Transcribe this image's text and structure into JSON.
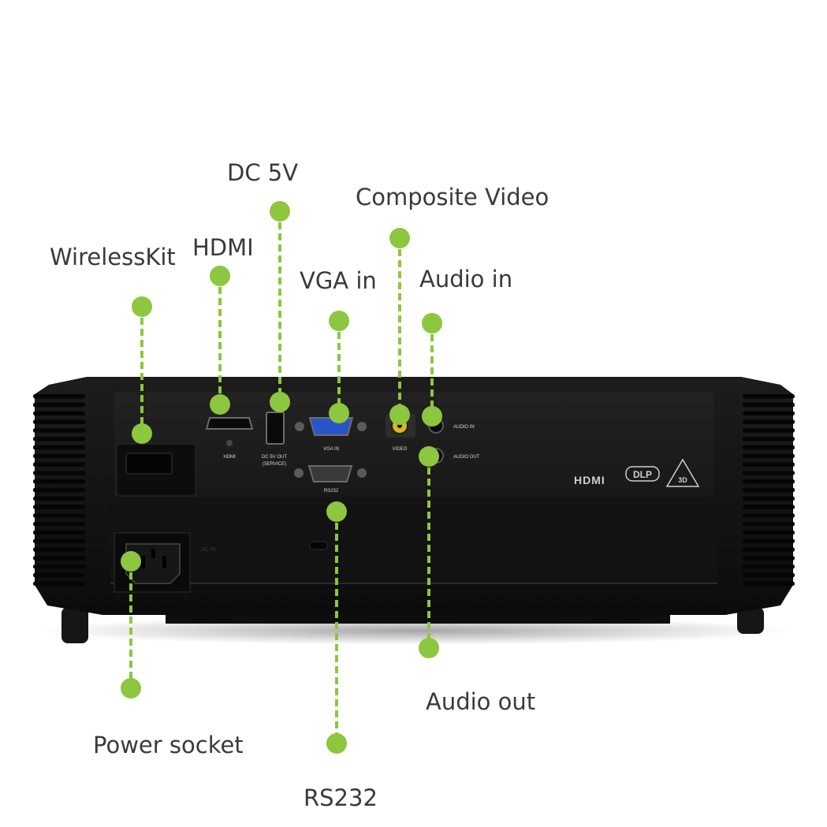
{
  "labels": {
    "wireless_kit": "WirelessKit",
    "hdmi": "HDMI",
    "dc_5v": "DC 5V",
    "vga_in": "VGA in",
    "composite_video": "Composite Video",
    "audio_in": "Audio in",
    "audio_out": "Audio out",
    "power_socket": "Power socket",
    "rs232": "RS232"
  },
  "panel_markings": {
    "hdmi": "HDMI",
    "dc_out": "DC 5V OUT",
    "dc_out_sub": "(SERVICE)",
    "vga_in": "VGA IN",
    "video": "VIDEO",
    "audio_in": "AUDIO IN",
    "audio_out": "AUDIO OUT",
    "rs232": "RS232",
    "power_rating": "AC IN"
  },
  "logos": {
    "hdmi": "HDMI",
    "dlp": "DLP",
    "three_d": "3D"
  },
  "colors": {
    "accent": "#8dc63f",
    "body": "#141414",
    "panel": "#1d1d1d",
    "text": "#3a3a3a"
  }
}
